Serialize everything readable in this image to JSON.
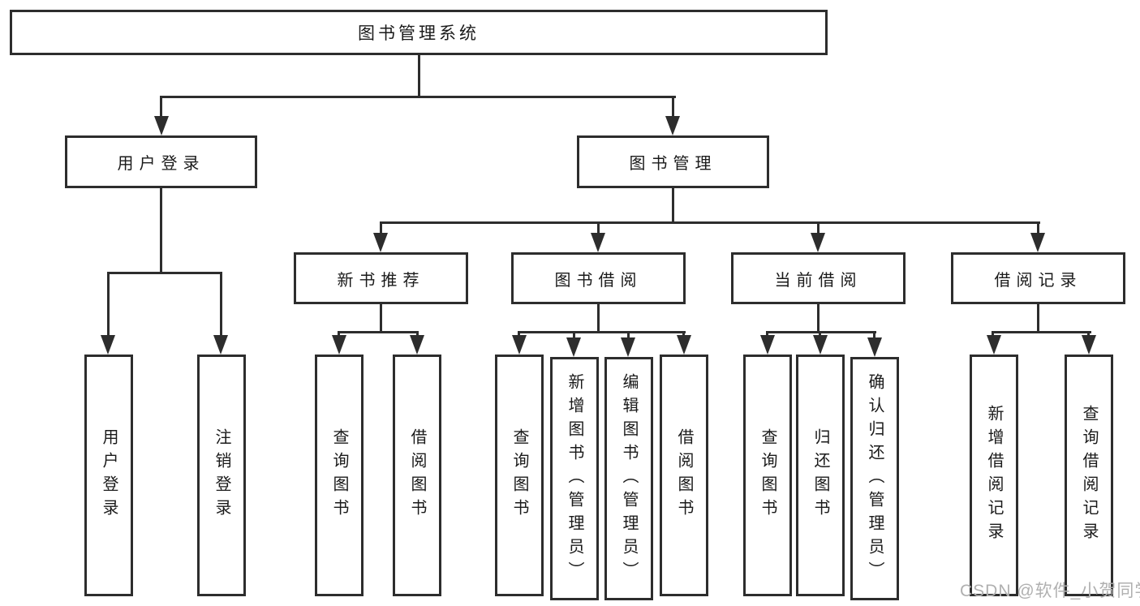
{
  "diagram": {
    "root": {
      "label": "图书管理系统"
    },
    "level2": [
      {
        "id": "user-login",
        "label": "用户登录"
      },
      {
        "id": "book-management",
        "label": "图书管理"
      }
    ],
    "level3": [
      {
        "id": "new-book-recommend",
        "label": "新书推荐"
      },
      {
        "id": "book-borrow",
        "label": "图书借阅"
      },
      {
        "id": "current-borrow",
        "label": "当前借阅"
      },
      {
        "id": "borrow-records",
        "label": "借阅记录"
      }
    ],
    "leaves": {
      "user_login": [
        {
          "label": "用户登录"
        },
        {
          "label": "注销登录"
        }
      ],
      "new_books": [
        {
          "label": "查询图书"
        },
        {
          "label": "借阅图书"
        }
      ],
      "book_borrow": [
        {
          "label": "查询图书"
        },
        {
          "label": "新增图书（管理员）"
        },
        {
          "label": "编辑图书（管理员）"
        },
        {
          "label": "借阅图书"
        }
      ],
      "current_borrow": [
        {
          "label": "查询图书"
        },
        {
          "label": "归还图书"
        },
        {
          "label": "确认归还（管理员）"
        }
      ],
      "borrow_records": [
        {
          "label": "新增借阅记录"
        },
        {
          "label": "查询借阅记录"
        }
      ]
    },
    "watermark": "CSDN @软件_小贺同学",
    "colors": {
      "line": "#2d2d2d",
      "text": "#1a1a1a",
      "watermark": "#b0b0b0",
      "background": "#ffffff"
    }
  }
}
